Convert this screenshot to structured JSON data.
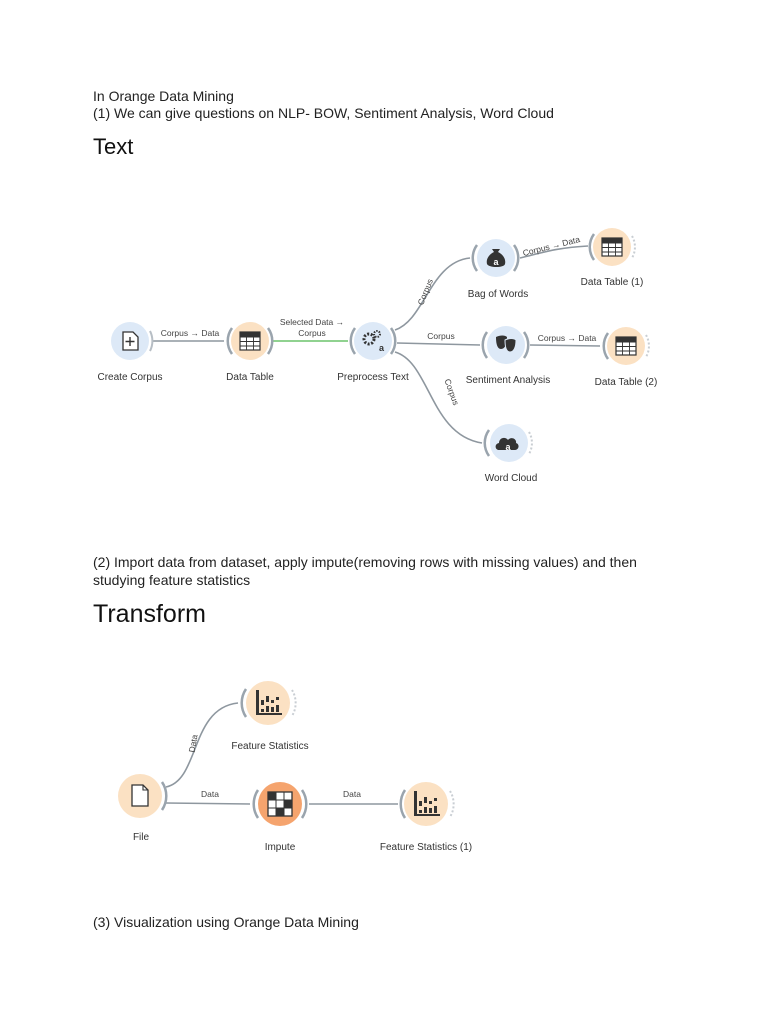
{
  "intro": {
    "line1": "In Orange Data Mining",
    "line2": "(1) We can give questions on NLP- BOW, Sentiment Analysis, Word Cloud"
  },
  "section_text": {
    "heading": "Text",
    "nodes": {
      "create_corpus": "Create Corpus",
      "data_table": "Data Table",
      "preprocess_text": "Preprocess Text",
      "bag_of_words": "Bag of Words",
      "sentiment_analysis": "Sentiment Analysis",
      "word_cloud": "Word Cloud",
      "data_table_1": "Data Table (1)",
      "data_table_2": "Data Table (2)"
    },
    "edges": {
      "corpus_to_data": "Corpus → Data",
      "selected_data_line1": "Selected Data →",
      "selected_data_line2": "Corpus",
      "corpus": "Corpus"
    }
  },
  "item2": {
    "line1": "(2) Import data from dataset, apply impute(removing rows with missing values) and then",
    "line2": "studying feature statistics"
  },
  "section_transform": {
    "heading": "Transform",
    "nodes": {
      "file": "File",
      "impute": "Impute",
      "feature_statistics": "Feature Statistics",
      "feature_statistics_1": "Feature Statistics (1)"
    },
    "edges": {
      "data": "Data"
    }
  },
  "item3": {
    "line1": "(3) Visualization using Orange Data Mining"
  },
  "colors": {
    "blue_node": "#dde9f7",
    "orange_node": "#fbe1c3",
    "impute_node": "#f5a46e",
    "ring": "#9aa4ad",
    "link": "#8e979f",
    "link_selected": "#6cc46c"
  }
}
